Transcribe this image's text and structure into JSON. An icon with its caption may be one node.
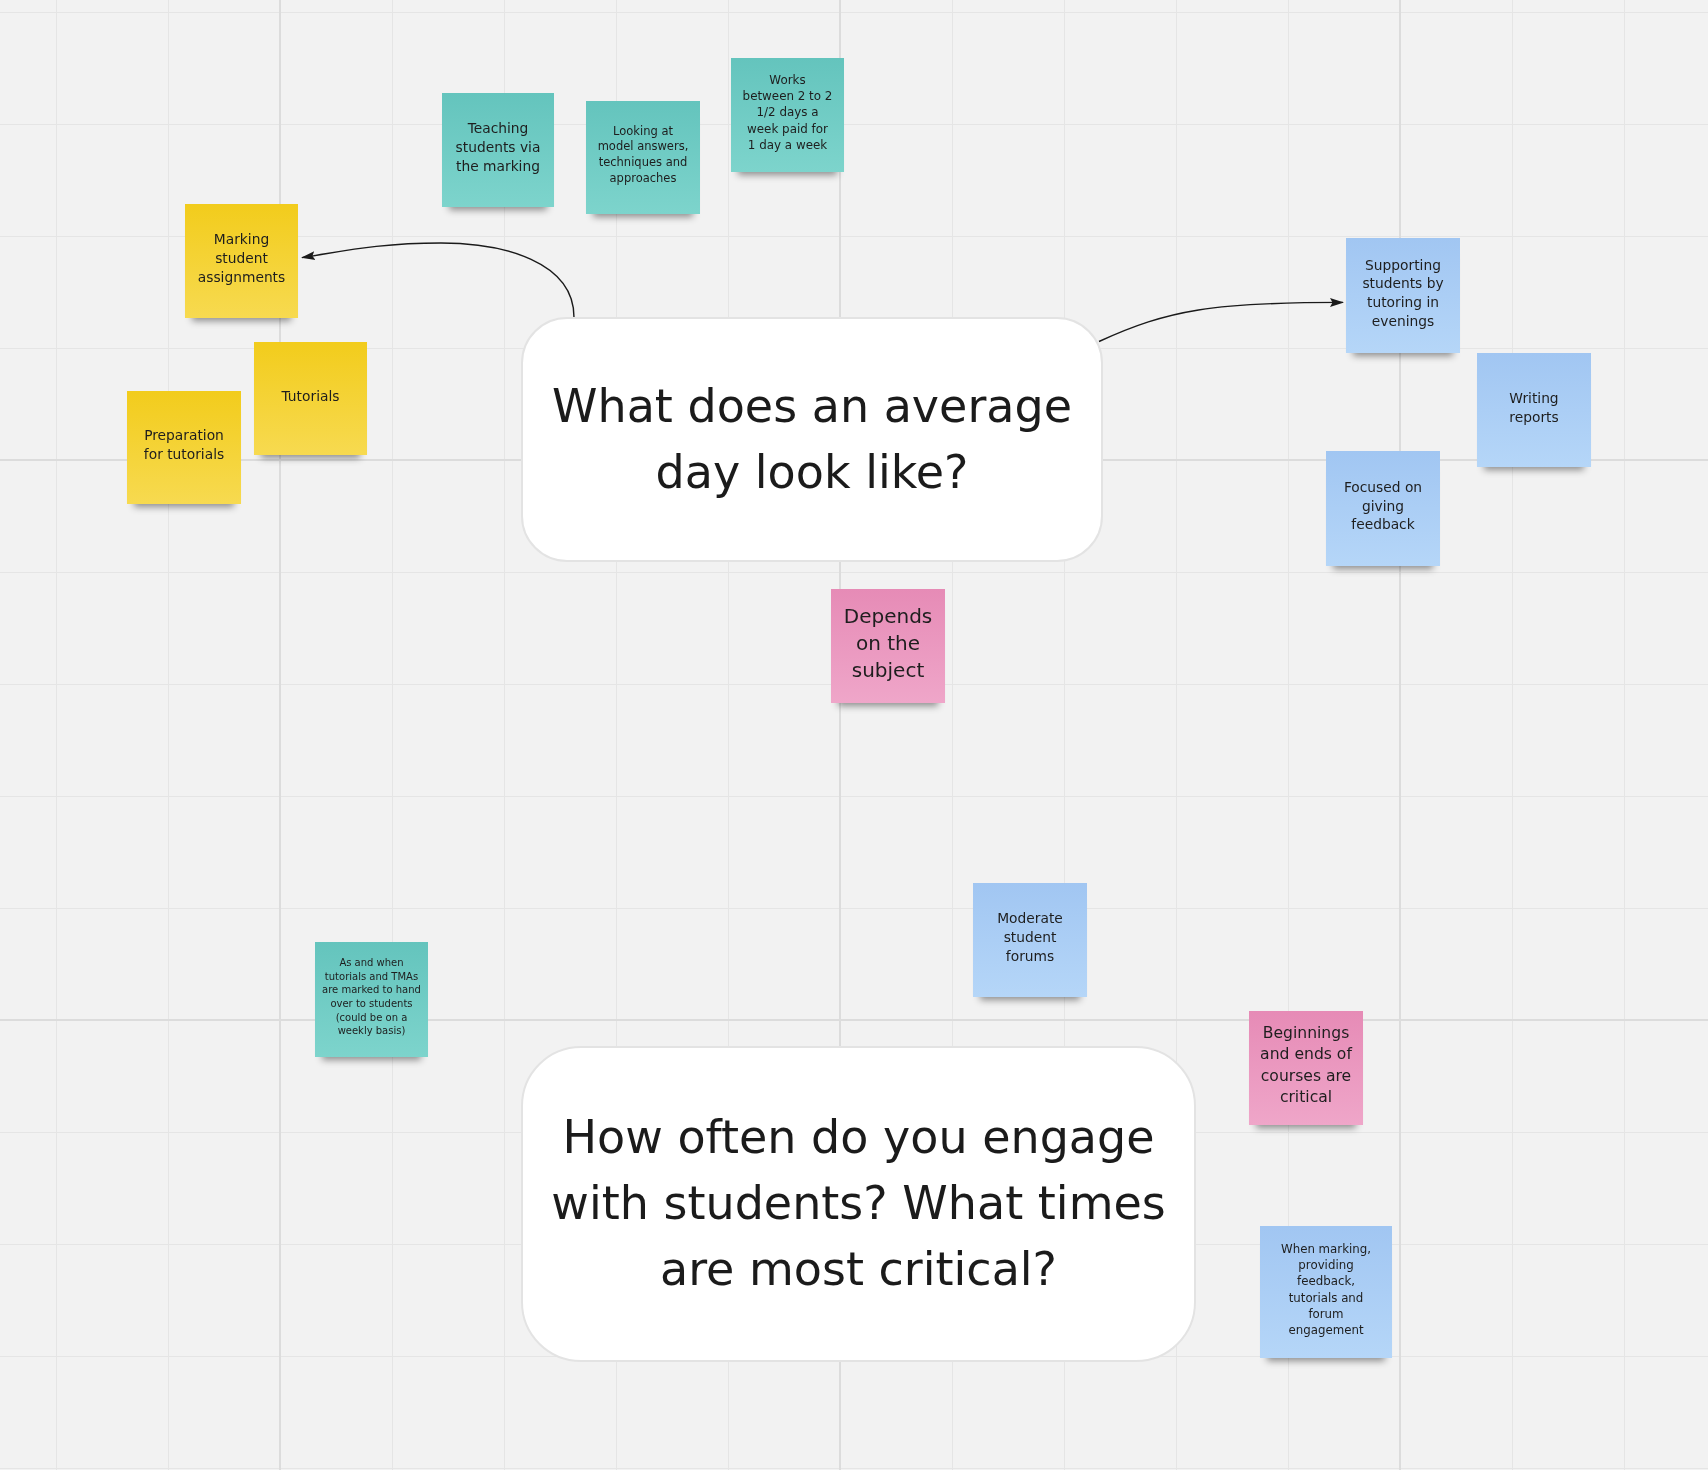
{
  "diagram": {
    "nodes": [
      {
        "text": [
          "Teaching students via the marking"
        ]
      },
      {
        "text": [
          "Looking at model answers, techniques and approaches"
        ]
      },
      {
        "text": [
          "Works between 2 to 2 1/2 days a week paid for 1 day a week"
        ]
      },
      {
        "text": [
          "Marking student assignments"
        ]
      },
      {
        "text": [
          "Supporting students by tutoring in evenings"
        ]
      },
      {
        "text": [
          "What does an average day look like?"
        ]
      },
      {
        "text": [
          "Tutorials"
        ]
      },
      {
        "text": [
          "Writing reports"
        ]
      },
      {
        "text": [
          "Preparation for tutorials"
        ]
      },
      {
        "text": [
          "Focused on giving feedback"
        ]
      },
      {
        "text": [
          "Depends on the subject"
        ]
      },
      {
        "text": [
          "Moderate student forums"
        ]
      },
      {
        "text": [
          "As and when tutorials and TMAs are marked to hand over to students (could be on a weekly basis)"
        ]
      },
      {
        "text": [
          "Beginnings and ends of courses are critical"
        ]
      },
      {
        "text": [
          "How often do you engage with students? What times are most critical?"
        ]
      },
      {
        "text": [
          "When marking, providing feedback, tutorials and forum engagement"
        ]
      }
    ],
    "edges": [
      {
        "from": 5,
        "to": 3,
        "arrow": "to"
      },
      {
        "from": 5,
        "to": 4,
        "arrow": "to"
      }
    ]
  }
}
